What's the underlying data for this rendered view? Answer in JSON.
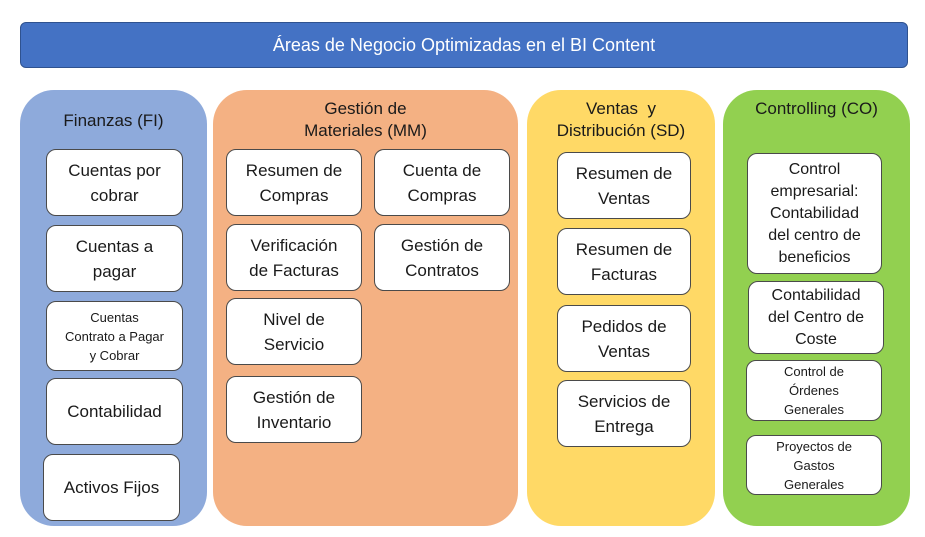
{
  "title": "Áreas de Negocio Optimizadas en el BI Content",
  "colors": {
    "title_bar": "#4472c4",
    "finanzas": "#8eaadb",
    "materiales": "#f4b183",
    "ventas": "#ffd966",
    "controlling": "#92d050",
    "box": "#ffffff"
  },
  "panels": {
    "finanzas": {
      "title": "Finanzas (FI)",
      "items": [
        "Cuentas por\ncobrar",
        "Cuentas a\npagar",
        "Cuentas\nContrato a Pagar\ny Cobrar",
        "Contabilidad",
        "Activos Fijos"
      ]
    },
    "materiales": {
      "title": "Gestión de\nMateriales (MM)",
      "items": [
        "Resumen de\nCompras",
        "Cuenta de\nCompras",
        "Verificación\nde Facturas",
        "Gestión de\nContratos",
        "Nivel de\nServicio",
        "Gestión de\nInventario"
      ]
    },
    "ventas": {
      "title": "Ventas  y\nDistribución (SD)",
      "items": [
        "Resumen de\nVentas",
        "Resumen de\nFacturas",
        "Pedidos de\nVentas",
        "Servicios de\nEntrega"
      ]
    },
    "controlling": {
      "title": "Controlling (CO)",
      "items": [
        "Control\nempresarial:\nContabilidad\ndel centro de\nbeneficios",
        "Contabilidad\ndel Centro de\nCoste",
        "Control de\nÓrdenes\nGenerales",
        "Proyectos de\nGastos\nGenerales"
      ]
    }
  }
}
